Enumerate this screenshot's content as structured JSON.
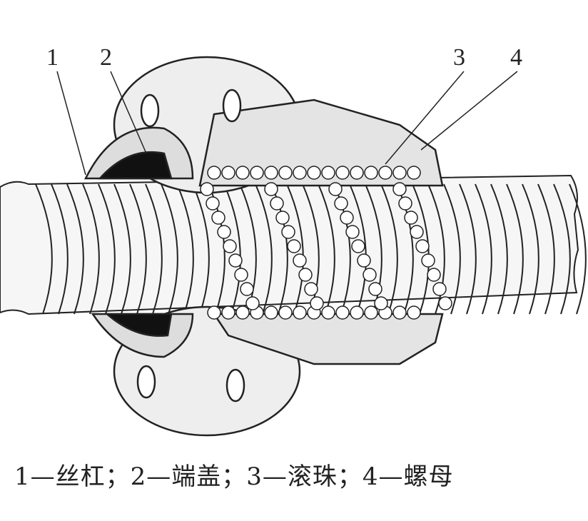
{
  "labels": [
    "1",
    "2",
    "3",
    "4"
  ],
  "caption": "1—丝杠；2—端盖；3—滚珠；4—螺母",
  "parts": [
    {
      "number": "1",
      "name": "丝杠"
    },
    {
      "number": "2",
      "name": "端盖"
    },
    {
      "number": "3",
      "name": "滚珠"
    },
    {
      "number": "4",
      "name": "螺母"
    }
  ],
  "colors": {
    "line": "#222222",
    "fill": "#f2f2f2",
    "shade": "#cfcfcf"
  }
}
